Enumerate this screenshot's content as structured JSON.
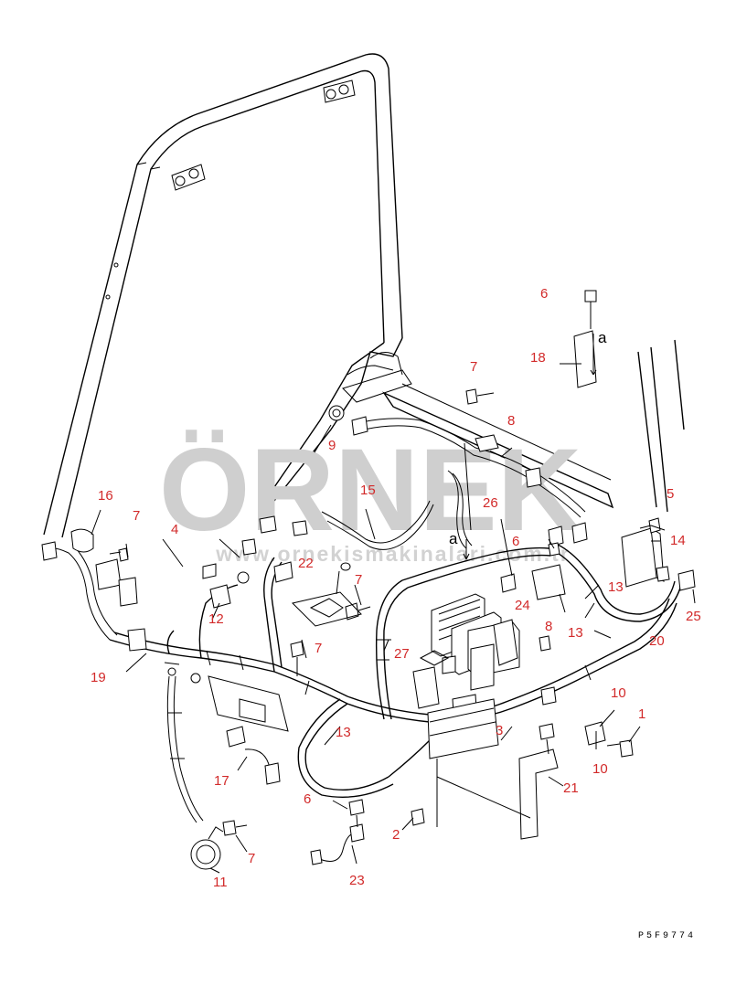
{
  "watermark": {
    "main": "ÖRNEK",
    "sub": "www.ornekismakinalari.com.tr",
    "color": "#cfcfcf"
  },
  "callout_color": "#d22a2a",
  "callouts": [
    {
      "id": "c6a",
      "text": "6"
    },
    {
      "id": "c18",
      "text": "18"
    },
    {
      "id": "c7a",
      "text": "7"
    },
    {
      "id": "c8a",
      "text": "8"
    },
    {
      "id": "c9",
      "text": "9"
    },
    {
      "id": "c5",
      "text": "5"
    },
    {
      "id": "c14",
      "text": "14"
    },
    {
      "id": "c16",
      "text": "16"
    },
    {
      "id": "c7b",
      "text": "7"
    },
    {
      "id": "c4",
      "text": "4"
    },
    {
      "id": "c15",
      "text": "15"
    },
    {
      "id": "c26",
      "text": "26"
    },
    {
      "id": "c6b",
      "text": "6"
    },
    {
      "id": "c22",
      "text": "22"
    },
    {
      "id": "c7c",
      "text": "7"
    },
    {
      "id": "c12",
      "text": "12"
    },
    {
      "id": "c13a",
      "text": "13"
    },
    {
      "id": "c24",
      "text": "24"
    },
    {
      "id": "c25",
      "text": "25"
    },
    {
      "id": "c8b",
      "text": "8"
    },
    {
      "id": "c13b",
      "text": "13"
    },
    {
      "id": "c19",
      "text": "19"
    },
    {
      "id": "c7d",
      "text": "7"
    },
    {
      "id": "c27",
      "text": "27"
    },
    {
      "id": "c20",
      "text": "20"
    },
    {
      "id": "c10a",
      "text": "10"
    },
    {
      "id": "c1",
      "text": "1"
    },
    {
      "id": "c3",
      "text": "3"
    },
    {
      "id": "c13c",
      "text": "13"
    },
    {
      "id": "c10b",
      "text": "10"
    },
    {
      "id": "c17",
      "text": "17"
    },
    {
      "id": "c21",
      "text": "21"
    },
    {
      "id": "c6c",
      "text": "6"
    },
    {
      "id": "c2",
      "text": "2"
    },
    {
      "id": "c7e",
      "text": "7"
    },
    {
      "id": "c11",
      "text": "11"
    },
    {
      "id": "c23",
      "text": "23"
    }
  ],
  "markers": [
    {
      "id": "a1",
      "text": "a"
    },
    {
      "id": "a2",
      "text": "a"
    }
  ],
  "drawing_code": "P5F9774"
}
